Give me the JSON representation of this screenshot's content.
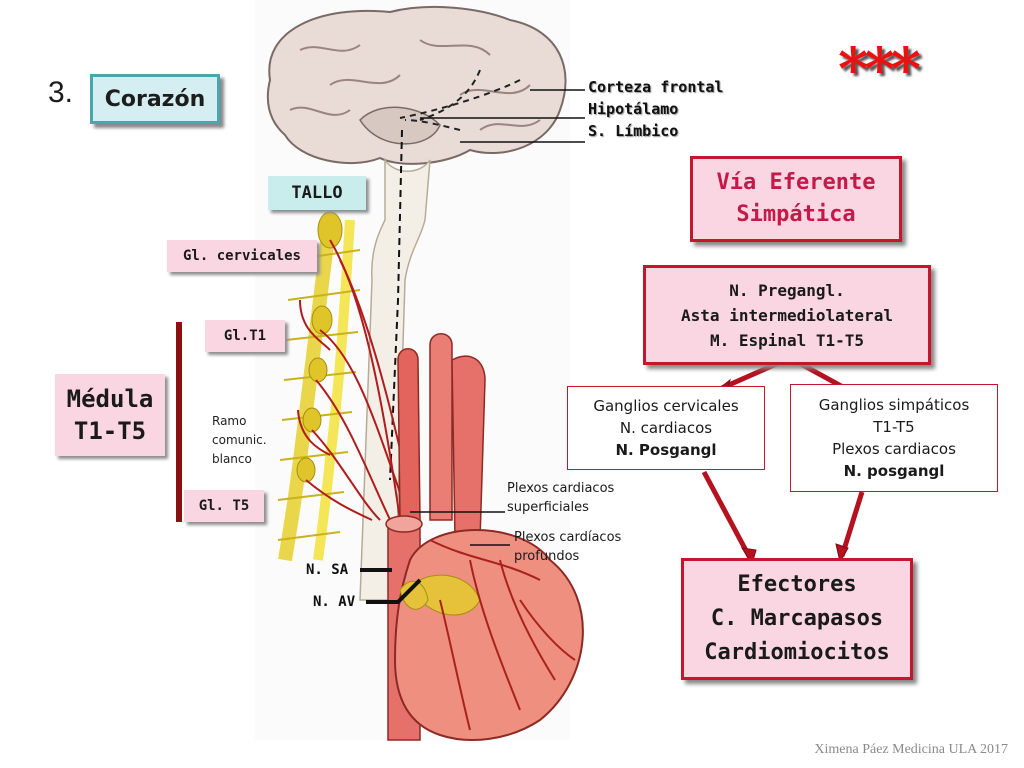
{
  "slide": {
    "number": "3.",
    "topic": "Corazón",
    "stars": "***",
    "credit": "Ximena Páez Medicina ULA 2017"
  },
  "brain_labels": [
    "Corteza frontal",
    "Hipotálamo",
    "S. Límbico"
  ],
  "anatomy_labels": {
    "tallo": "TALLO",
    "gl_cervicales": "Gl. cervicales",
    "gl_t1": "Gl.T1",
    "gl_t5": "Gl. T5",
    "medula_line1": "Médula",
    "medula_line2": "T1-T5",
    "ramo": [
      "Ramo",
      "comunic.",
      "blanco"
    ],
    "n_sa": "N. SA",
    "n_av": "N. AV",
    "plexos_superficiales": [
      "Plexos cardiacos",
      "superficiales"
    ],
    "plexos_profundos": [
      "Plexos cardíacos",
      "profundos"
    ]
  },
  "pathway": {
    "title_line1": "Vía Eferente",
    "title_line2": "Simpática",
    "pregang": [
      "N. Pregangl.",
      "Asta intermediolateral",
      "M. Espinal T1-T5"
    ],
    "ganglios_cervicales": [
      "Ganglios cervicales",
      "N. cardiacos",
      "N. Posgangl"
    ],
    "ganglios_simpaticos": [
      "Ganglios simpáticos",
      "T1-T5",
      "Plexos cardiacos",
      "N. posgangl"
    ],
    "efectores": [
      "Efectores",
      "C. Marcapasos",
      "Cardiomiocitos"
    ]
  },
  "colors": {
    "accent_red": "#c5162d",
    "box_pink": "#f9d6e1",
    "box_teal": "#c9ecec",
    "nerve_yellow": "#f2e23a"
  }
}
